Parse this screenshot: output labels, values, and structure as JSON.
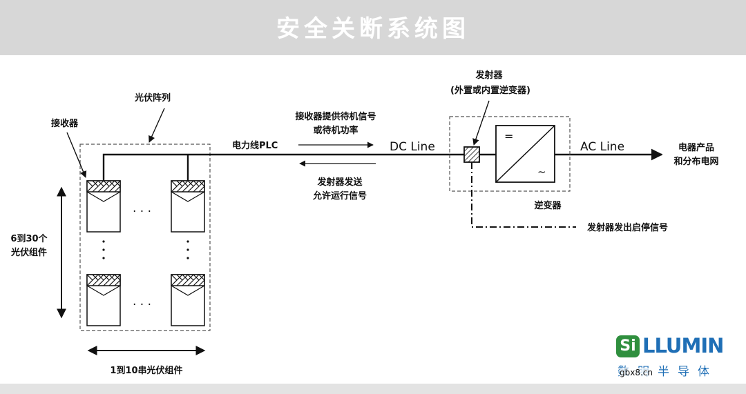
{
  "header": {
    "title": "安全关断系统图"
  },
  "diagram": {
    "pv_array_label": "光伏阵列",
    "receiver_label": "接收器",
    "plc_label": "电力线PLC",
    "receiver_signal_line1": "接收器提供待机信号",
    "receiver_signal_line2": "或待机功率",
    "transmitter_signal_line1": "发射器发送",
    "transmitter_signal_line2": "允许运行信号",
    "dc_line": "DC Line",
    "ac_line": "AC Line",
    "transmitter_label": "发射器",
    "transmitter_note": "(外置或内置逆变器)",
    "inverter_label": "逆变器",
    "inverter_symbol_dc": "=",
    "inverter_symbol_ac": "~",
    "output_line1": "电器产品",
    "output_line2": "和分布电网",
    "startstop_signal": "发射器发出启停信号",
    "vertical_count_line1": "6到30个",
    "vertical_count_line2": "光伏组件",
    "horizontal_count": "1到10串光伏组件",
    "ellipsis_h": "· · ·",
    "ellipsis_v": "·"
  },
  "logo": {
    "mark": "Si",
    "name": "LLUMIN",
    "subtitle": "数明半导体"
  },
  "watermark": "gbx8.cn",
  "colors": {
    "title_bg": "#d7d7d7",
    "title_text": "#ffffff",
    "logo_green": "#2f8f3e",
    "logo_blue": "#1f6fb6"
  }
}
